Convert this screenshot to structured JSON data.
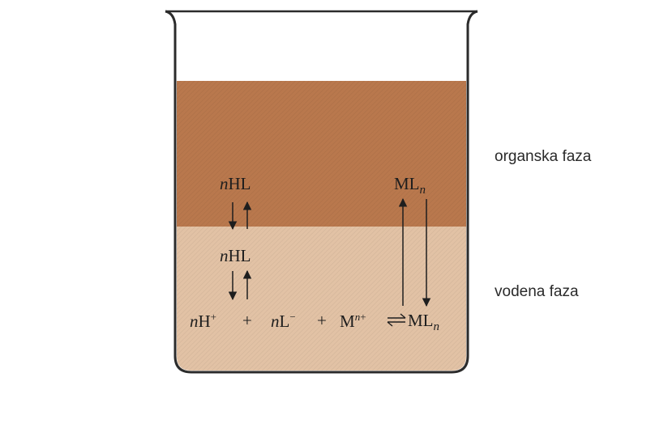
{
  "labels": {
    "organic_phase": "organska faza",
    "aqueous_phase": "vodena faza"
  },
  "species": {
    "n_coef": "n",
    "HL": "HL",
    "ML": "ML",
    "H": "H",
    "L": "L",
    "M": "M",
    "plus": "+",
    "plus_sign": "+",
    "minus_sign": "−",
    "charge_n": "n"
  },
  "colors": {
    "organic_phase": "#b9784d",
    "aqueous_phase": "#e2c2a5",
    "beaker_outline": "#2b2b2b",
    "text": "#1e1e1e"
  }
}
